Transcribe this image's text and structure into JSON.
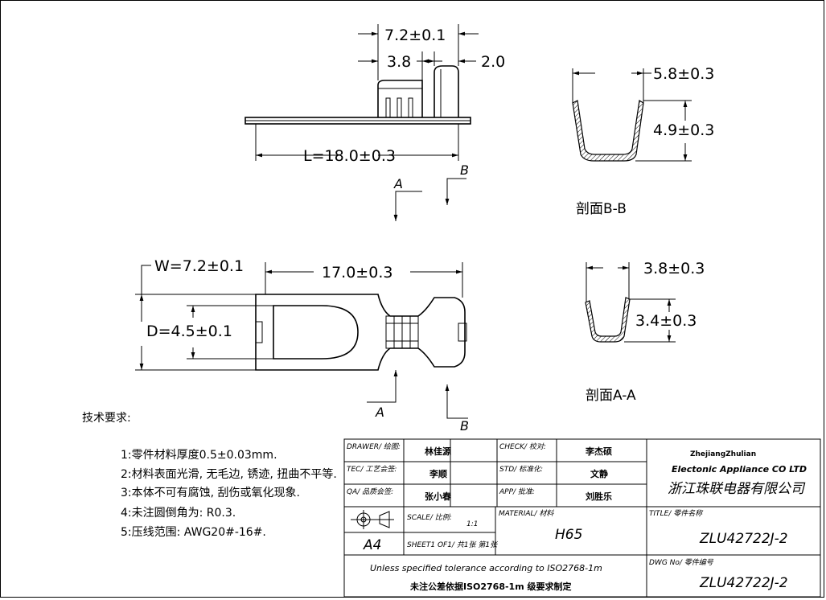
{
  "dimensions": {
    "top_width": "7.2±0.1",
    "top_slot": "3.8",
    "top_tab": "2.0",
    "length": "L=18.0±0.3",
    "bb_width": "5.8±0.3",
    "bb_height": "4.9±0.3",
    "plan_width": "W=7.2±0.1",
    "plan_length": "17.0±0.3",
    "plan_hole": "D=4.5±0.1",
    "aa_width": "3.8±0.3",
    "aa_height": "3.4±0.3"
  },
  "section_marks": {
    "a": "A",
    "b": "B"
  },
  "section_titles": {
    "bb": "剖面B-B",
    "aa": "剖面A-A"
  },
  "notes": {
    "title": "技术要求:",
    "items": [
      "1:零件材料厚度0.5±0.03mm.",
      "2:材料表面光滑, 无毛边, 锈迹, 扭曲不平等.",
      "3:本体不可有腐蚀, 刮伤或氧化现象.",
      "4:未注圆倒角为: R0.3.",
      "5:压线范围: AWG20#-16#."
    ]
  },
  "title_block": {
    "drawer_label": "DRAWER/ 绘图:",
    "drawer": "林佳源",
    "check_label": "CHECK/ 校对:",
    "check": "李杰硕",
    "tec_label": "TEC/ 工艺会签:",
    "tec": "李顺",
    "std_label": "STD/ 标准化:",
    "std": "文静",
    "qa_label": "QA/ 品质会签:",
    "qa": "张小春",
    "app_label": "APP/ 批准:",
    "app": "刘胜乐",
    "scale_label": "SCALE/ 比例:",
    "scale": "1:1",
    "size": "A4",
    "sheet": "SHEET1 OF1/ 共1张 第1张",
    "material_label": "MATERIAL/ 材料",
    "material": "H65",
    "title_label": "TITLE/ 零件名称",
    "title": "ZLU42722J-2",
    "dwg_label": "DWG No/ 零件编号",
    "dwg": "ZLU42722J-2",
    "tolerance_en": "Unless specified tolerance according to ISO2768-1m",
    "tolerance_cn": "未注公差依据ISO2768-1m 级要求制定",
    "company_1": "ZhejiangZhulian",
    "company_2": "Electonic Appliance CO LTD",
    "company_cn": "浙江珠联电器有限公司"
  }
}
